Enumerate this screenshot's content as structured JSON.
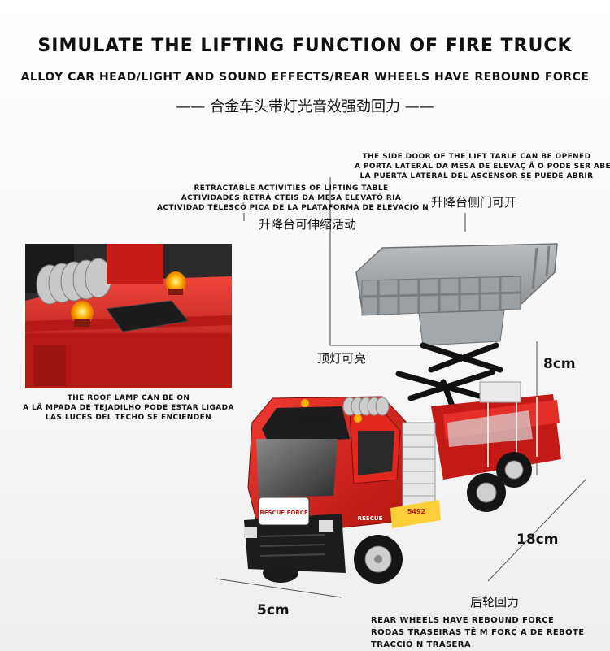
{
  "header": {
    "title": "SIMULATE THE LIFTING FUNCTION OF FIRE TRUCK",
    "subtitle": "ALLOY CAR HEAD/LIGHT AND SOUND EFFECTS/REAR WHEELS HAVE REBOUND FORCE",
    "chinese_line": "—— 合金车头带灯光音效强劲回力 ——"
  },
  "callouts": {
    "side_door": {
      "en": "THE SIDE DOOR OF THE LIFT TABLE CAN BE OPENED",
      "pt": "A PORTA LATERAL DA MESA DE ELEVAÇ Ã O PODE SER ABERTA",
      "es": "LA PUERTA LATERAL DEL ASCENSOR SE PUEDE ABRIR",
      "cn": "升降台侧门可开"
    },
    "retractable": {
      "en": "RETRACTABLE ACTIVITIES OF LIFTING TABLE",
      "pt": "ACTIVIDADES RETRÁ CTEIS DA MESA ELEVATÓ RIA",
      "es": "ACTIVIDAD TELESCÓ PICA DE LA PLATAFORMA DE ELEVACIÓ N",
      "cn": "升降台可伸缩活动"
    },
    "roof_lamp": {
      "cn": "顶灯可亮",
      "en": "THE ROOF LAMP CAN BE ON",
      "pt": "A LÂ MPADA DE TEJADILHO PODE ESTAR LIGADA",
      "es": "LAS LUCES DEL TECHO SE ENCIENDEN"
    },
    "rear_wheels": {
      "cn": "后轮回力",
      "en": "REAR WHEELS HAVE REBOUND FORCE",
      "pt": "RODAS TRASEIRAS TÊ M FORÇ A DE REBOTE",
      "es": "TRACCIÓ N TRASERA"
    }
  },
  "dimensions": {
    "height": "8cm",
    "length": "18cm",
    "width": "5cm"
  },
  "truck": {
    "grille_label": "RESCUE FORCE",
    "door_label": "RESCUE",
    "badge": "5492"
  },
  "colors": {
    "truck_red": "#d8211e",
    "platform_gray": "#9ea3a7",
    "lamp_amber": "#ffb000"
  }
}
